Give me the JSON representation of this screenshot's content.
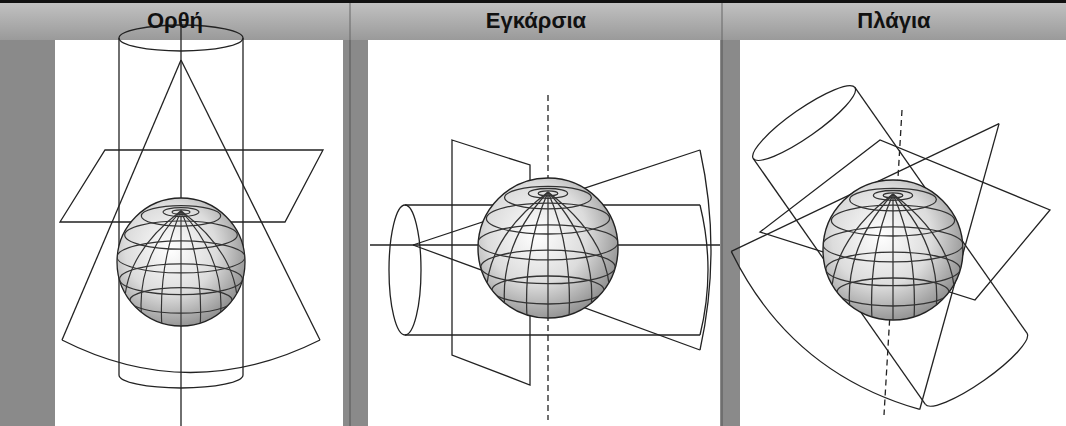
{
  "diagram": {
    "labels": [
      "Ορθή",
      "Εγκάρσια",
      "Πλάγια"
    ]
  }
}
